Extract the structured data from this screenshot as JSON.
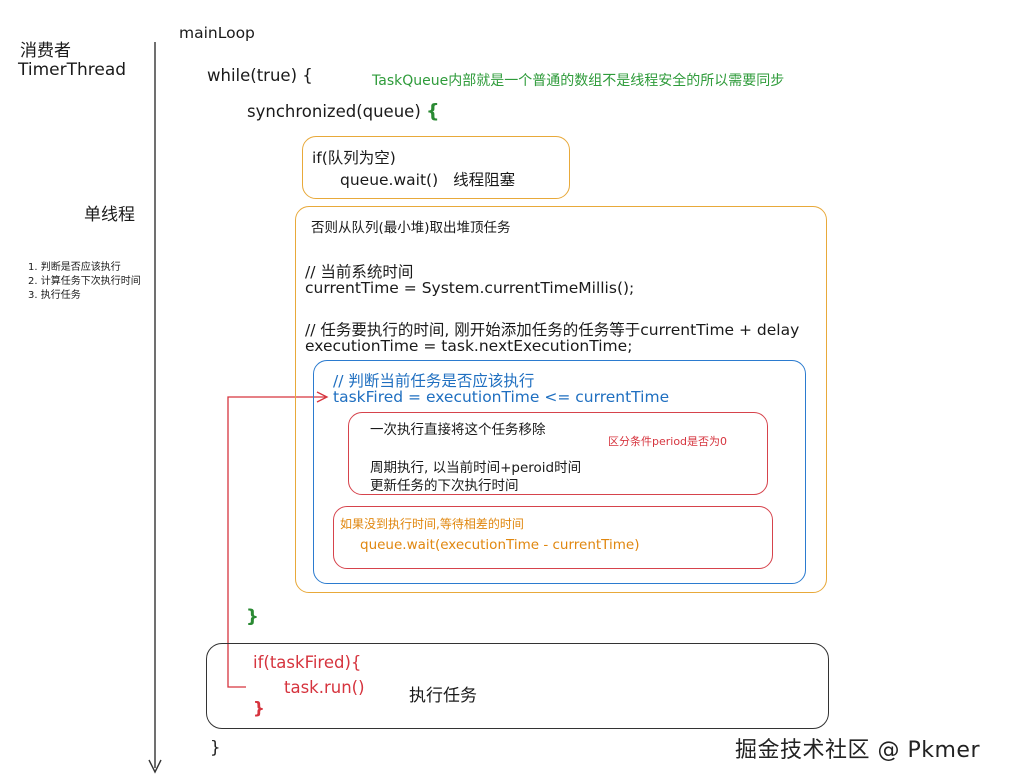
{
  "left": {
    "consumer": "消费者",
    "thread_name": "TimerThread",
    "single_thread": "单线程",
    "steps": [
      "1. 判断是否应该执行",
      "2. 计算任务下次执行时间",
      "3. 执行任务"
    ]
  },
  "code": {
    "main_loop": "mainLoop",
    "while_line": "while(true) {",
    "sync_line": "synchronized(queue)",
    "sync_brace": "{",
    "if_empty": "if(队列为空)",
    "queue_wait": "queue.wait()",
    "queue_wait_note": "线程阻塞",
    "else_take": "否则从队列(最小堆)取出堆顶任务",
    "comment_current": "// 当前系统时间",
    "current_time": "currentTime = System.currentTimeMillis();",
    "comment_exec": "// 任务要执行的时间, 刚开始添加任务的任务等于currentTime + delay",
    "exec_time": "executionTime = task.nextExecutionTime;",
    "comment_fire": "// 判断当前任务是否应该执行",
    "task_fired": "taskFired = executionTime <= currentTime",
    "once_remove": "一次执行直接将这个任务移除",
    "period_cond": "区分条件period是否为0",
    "periodic_1": "周期执行, 以当前时间+peroid时间",
    "periodic_2": "更新任务的下次执行时间",
    "not_yet": "如果没到执行时间,等待相差的时间",
    "wait_diff": "queue.wait(executionTime - currentTime)",
    "close_sync": "}",
    "if_fired": "if(taskFired){",
    "task_run": "task.run()",
    "task_run_note": "执行任务",
    "close_if": "}",
    "close_while": "}"
  },
  "note_top": "TaskQueue内部就是一个普通的数组不是线程安全的所以需要同步",
  "watermark": "掘金技术社区 @ Pkmer",
  "colors": {
    "green": "#2e9b3a",
    "blue": "#1f6fc0",
    "red": "#d6343e",
    "orange": "#e0870f",
    "black": "#1a1a1a"
  }
}
